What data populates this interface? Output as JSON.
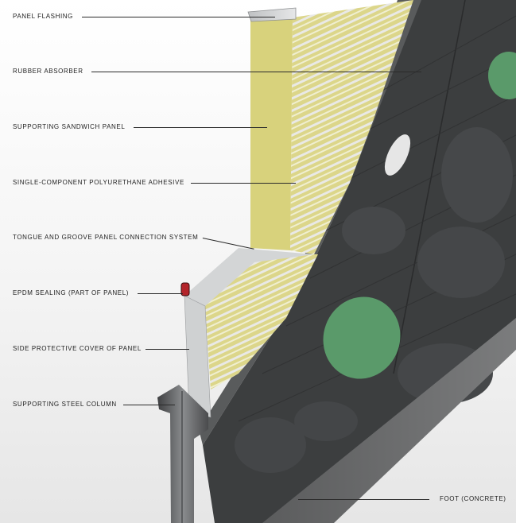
{
  "labels": {
    "panel_flashing": "PANEL FLASHING",
    "rubber_absorber": "RUBBER ABSORBER",
    "supporting_sandwich_panel": "SUPPORTING SANDWICH PANEL",
    "polyurethane_adhesive": "SINGLE-COMPONENT POLYURETHANE ADHESIVE",
    "tongue_groove": "TONGUE AND GROOVE PANEL CONNECTION SYSTEM",
    "epdm_sealing": "EPDM SEALING (PART OF PANEL)",
    "side_cover": "SIDE PROTECTIVE COVER OF PANEL",
    "steel_column": "SUPPORTING STEEL COLUMN",
    "foot": "FOOT (CONCRETE)"
  },
  "colors": {
    "facade_dark": "#3b3d3e",
    "facade_green": "#5a9a6a",
    "panel_core": "#d9d27a",
    "panel_metal": "#c9cbcc",
    "steel": "#5f6163",
    "concrete": "#6e6f70",
    "epdm": "#b3242a"
  }
}
